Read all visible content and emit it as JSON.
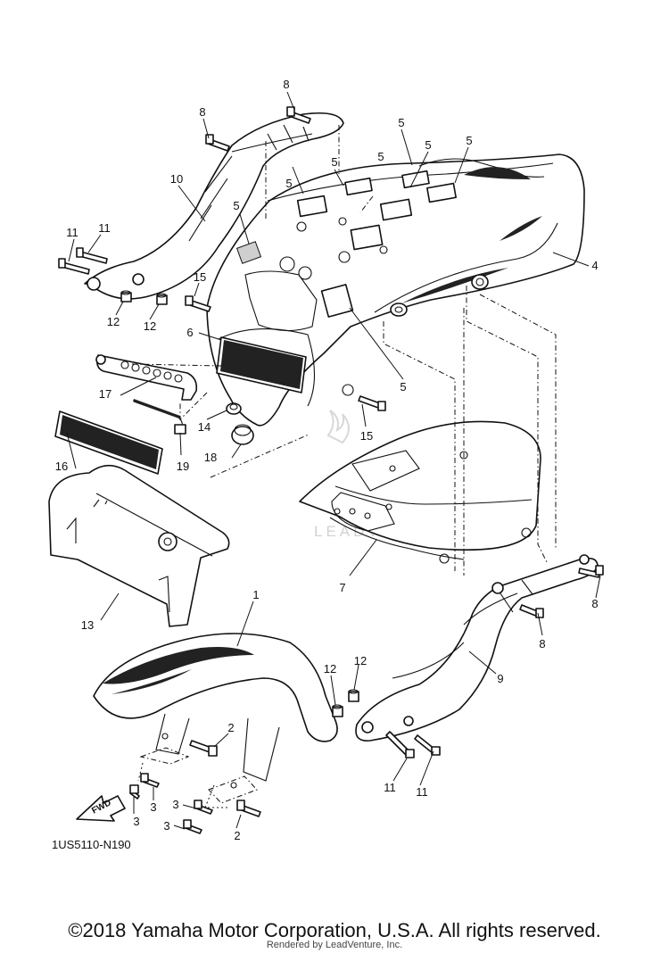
{
  "diagram_code": "1US5110-N190",
  "fwd_label": "FWD",
  "watermark_text": "LEADVENTURE",
  "copyright": "©2018 Yamaha Motor Corporation, U.S.A. All rights reserved.",
  "rendered_by": "Rendered by LeadVenture, Inc.",
  "callouts": {
    "c1": "1",
    "c2a": "2",
    "c2b": "2",
    "c3a": "3",
    "c3b": "3",
    "c3c": "3",
    "c3d": "3",
    "c4": "4",
    "c5a": "5",
    "c5b": "5",
    "c5c": "5",
    "c5d": "5",
    "c5e": "5",
    "c5f": "5",
    "c5g": "5",
    "c6": "6",
    "c7": "7",
    "c8a": "8",
    "c8b": "8",
    "c8c": "8",
    "c8d": "8",
    "c9": "9",
    "c10": "10",
    "c11a": "11",
    "c11b": "11",
    "c11c": "11",
    "c11d": "11",
    "c12a": "12",
    "c12b": "12",
    "c12c": "12",
    "c12d": "12",
    "c13": "13",
    "c14": "14",
    "c15a": "15",
    "c15b": "15",
    "c16": "16",
    "c17": "17",
    "c18": "18",
    "c19": "19"
  },
  "colors": {
    "ink": "#111111",
    "paper": "#ffffff",
    "watermark": "#d2d2d2"
  }
}
